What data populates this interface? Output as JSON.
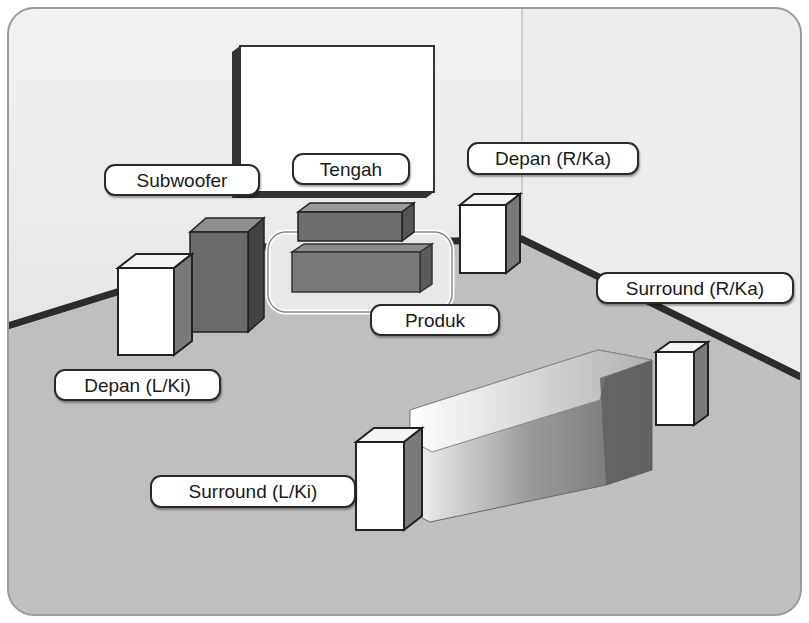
{
  "diagram": {
    "nodes": [
      {
        "text": [
          "Subwoofer"
        ]
      },
      {
        "text": [
          "Tengah"
        ]
      },
      {
        "text": [
          "Depan (R/Ka)"
        ]
      },
      {
        "text": [
          "Surround (R/Ka)"
        ]
      },
      {
        "text": [
          "Produk"
        ]
      },
      {
        "text": [
          "Depan (L/Ki)"
        ]
      },
      {
        "text": [
          "Surround (L/Ki)"
        ]
      }
    ]
  }
}
